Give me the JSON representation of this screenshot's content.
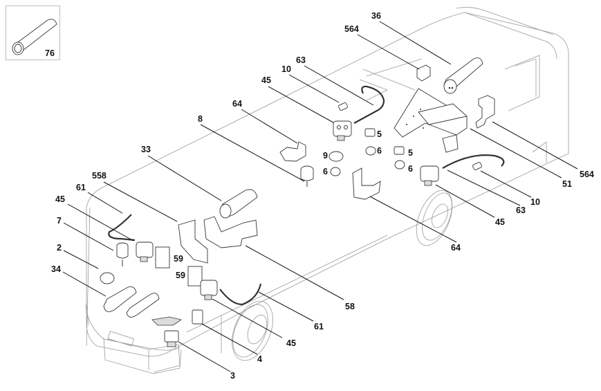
{
  "diagram": {
    "title": "Truck air brake system exploded parts diagram",
    "inset": {
      "part_number": "76",
      "part": "tube-sleeve"
    },
    "callouts": [
      {
        "id": "c36",
        "label": "36",
        "part": "air-tank"
      },
      {
        "id": "c564a",
        "label": "564",
        "part": "bracket"
      },
      {
        "id": "c63a",
        "label": "63",
        "part": "air-hose"
      },
      {
        "id": "c10a",
        "label": "10",
        "part": "fitting"
      },
      {
        "id": "c45a",
        "label": "45",
        "part": "relay-valve"
      },
      {
        "id": "c64a",
        "label": "64",
        "part": "bracket"
      },
      {
        "id": "c8",
        "label": "8",
        "part": "filter"
      },
      {
        "id": "c5a",
        "label": "5",
        "part": "valve"
      },
      {
        "id": "c6a",
        "label": "6",
        "part": "silencer"
      },
      {
        "id": "c9",
        "label": "9",
        "part": "valve"
      },
      {
        "id": "c6b",
        "label": "6",
        "part": "silencer"
      },
      {
        "id": "c5b",
        "label": "5",
        "part": "valve"
      },
      {
        "id": "c6c",
        "label": "6",
        "part": "silencer"
      },
      {
        "id": "c564b",
        "label": "564",
        "part": "bracket"
      },
      {
        "id": "c51",
        "label": "51",
        "part": "frame-bracket"
      },
      {
        "id": "c10b",
        "label": "10",
        "part": "fitting"
      },
      {
        "id": "c63b",
        "label": "63",
        "part": "air-hose"
      },
      {
        "id": "c45b",
        "label": "45",
        "part": "relay-valve"
      },
      {
        "id": "c64b",
        "label": "64",
        "part": "bracket"
      },
      {
        "id": "c33",
        "label": "33",
        "part": "air-tank"
      },
      {
        "id": "c558",
        "label": "558",
        "part": "bracket"
      },
      {
        "id": "c61a",
        "label": "61",
        "part": "air-hose"
      },
      {
        "id": "c45c",
        "label": "45",
        "part": "relay-valve"
      },
      {
        "id": "c7",
        "label": "7",
        "part": "filter"
      },
      {
        "id": "c2",
        "label": "2",
        "part": "valve"
      },
      {
        "id": "c34",
        "label": "34",
        "part": "air-tank"
      },
      {
        "id": "c59a",
        "label": "59",
        "part": "plate"
      },
      {
        "id": "c59b",
        "label": "59",
        "part": "plate"
      },
      {
        "id": "c58",
        "label": "58",
        "part": "frame-bracket"
      },
      {
        "id": "c61b",
        "label": "61",
        "part": "air-hose"
      },
      {
        "id": "c45d",
        "label": "45",
        "part": "relay-valve"
      },
      {
        "id": "c4",
        "label": "4",
        "part": "hand-valve"
      },
      {
        "id": "c3",
        "label": "3",
        "part": "foot-brake-valve"
      }
    ]
  }
}
